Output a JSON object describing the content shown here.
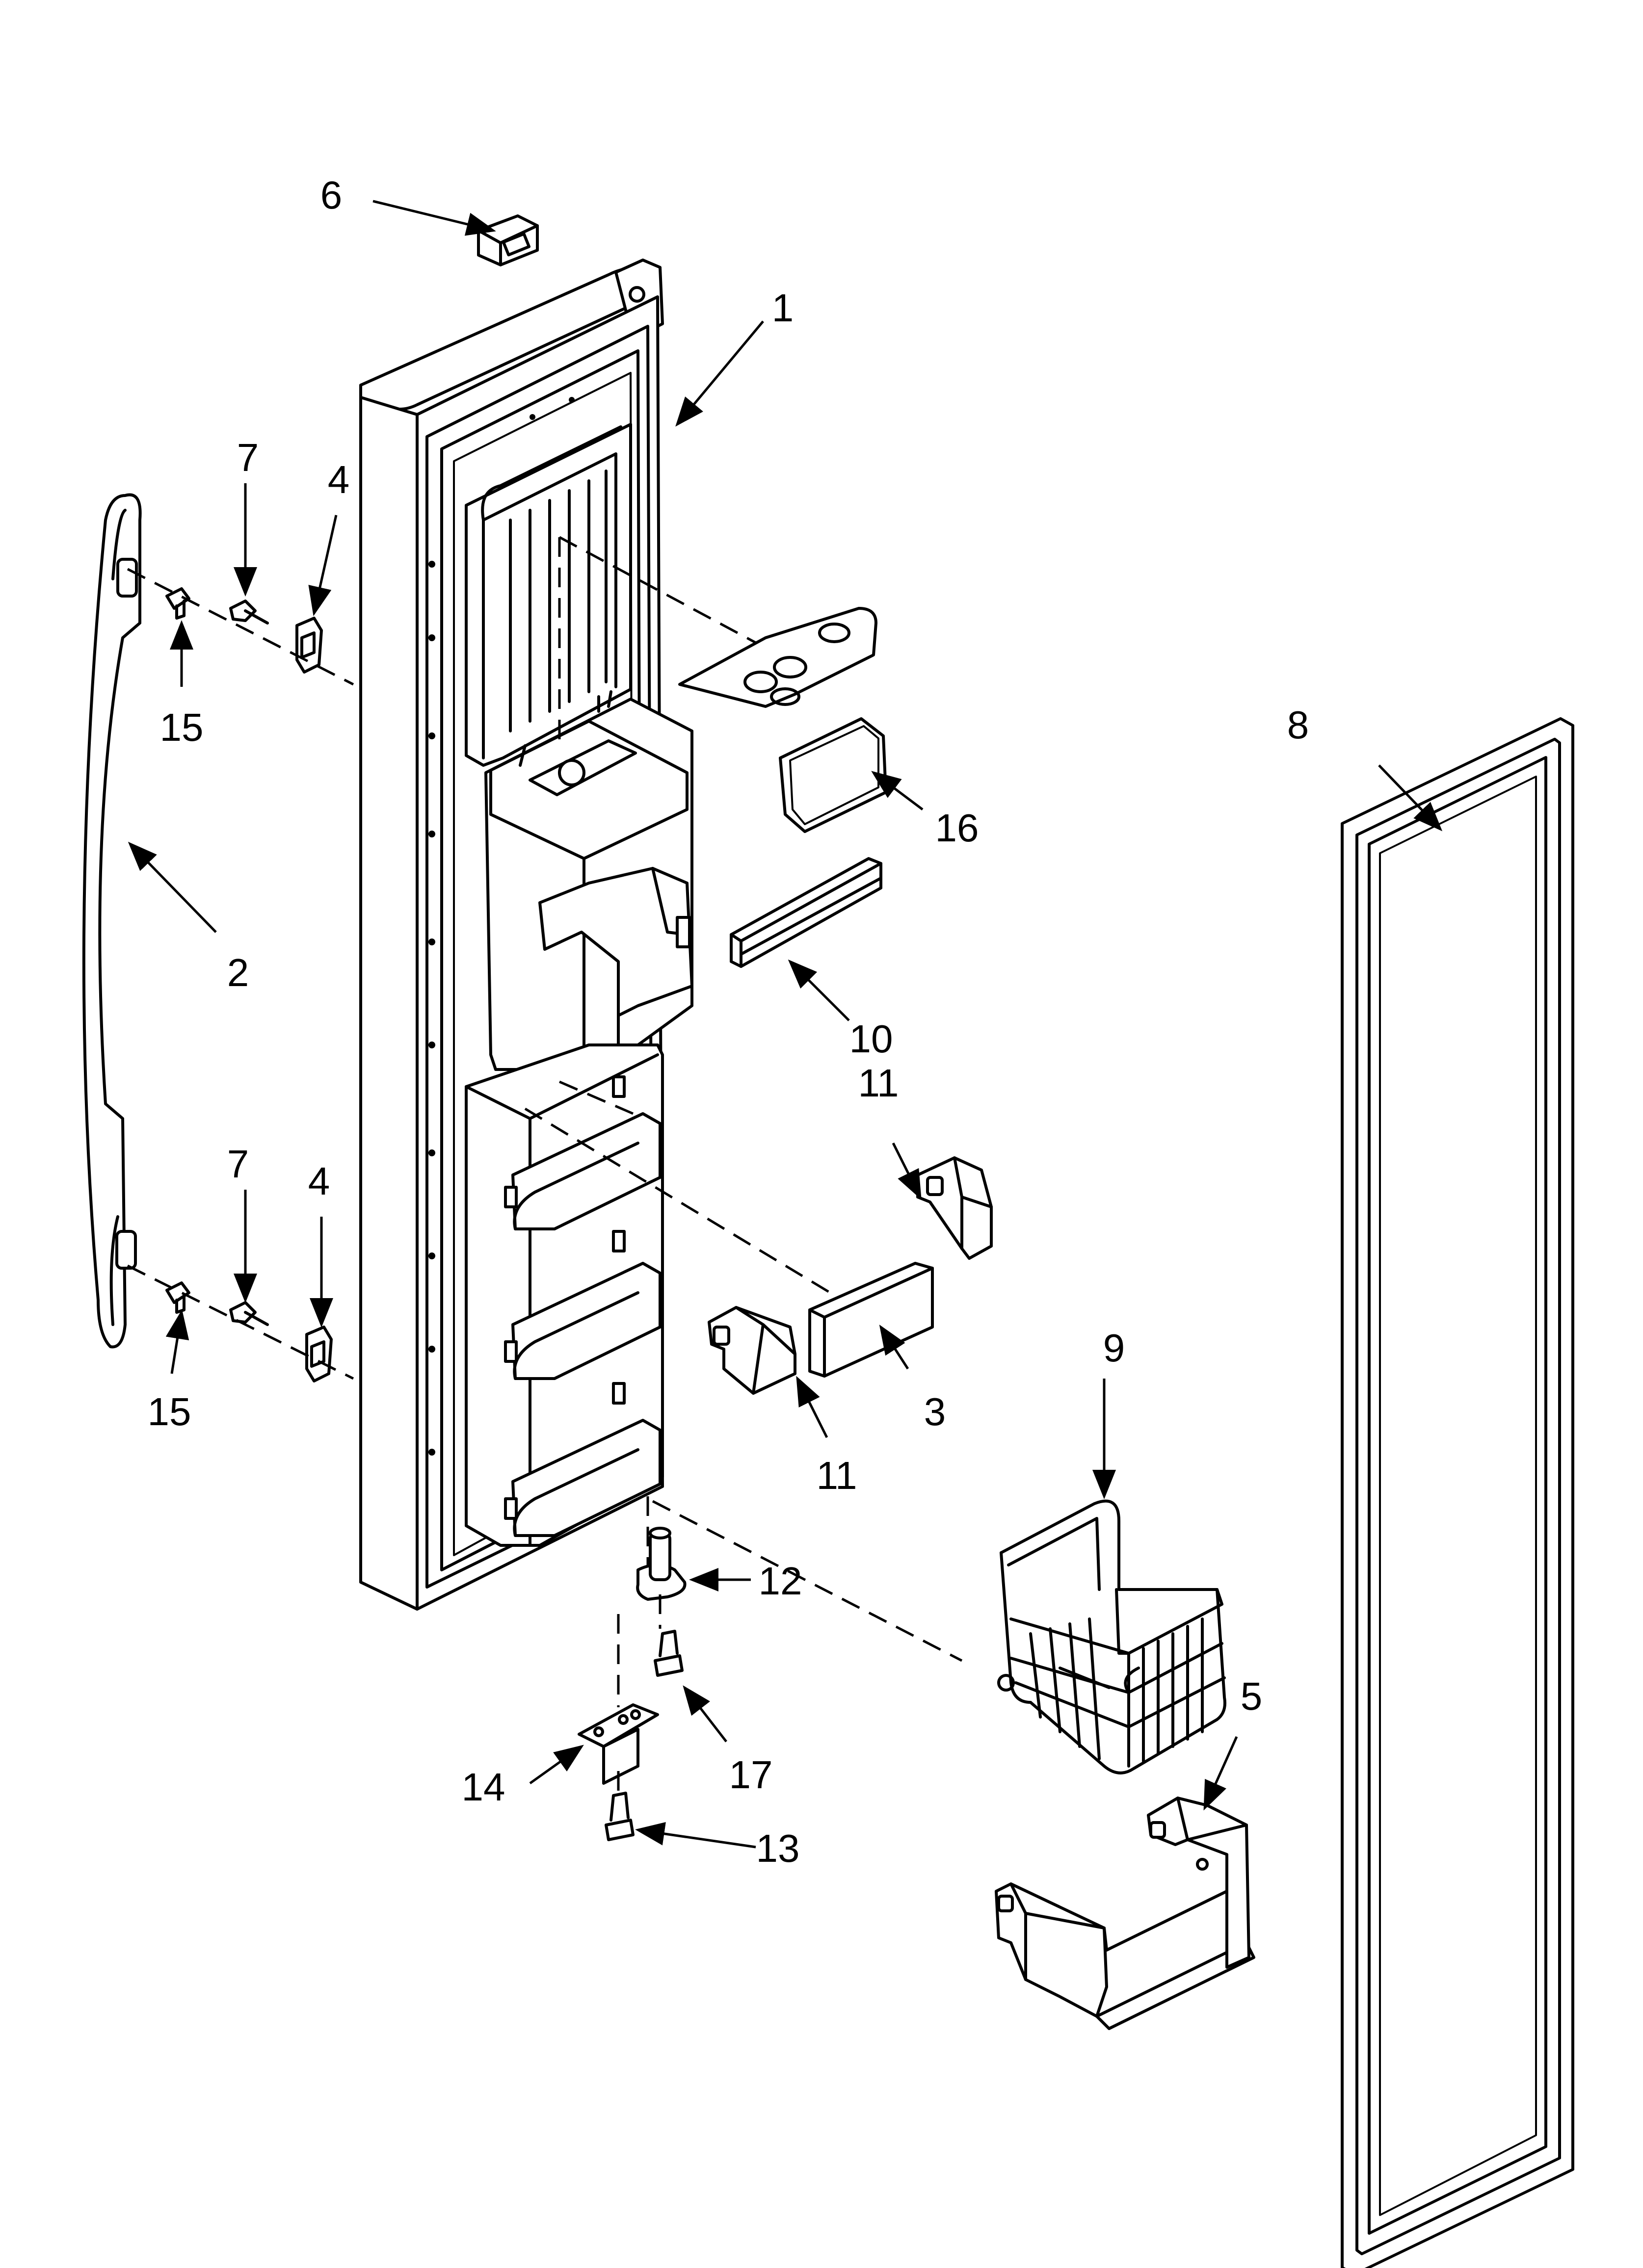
{
  "callouts": [
    {
      "id": "c1",
      "label": "1"
    },
    {
      "id": "c2",
      "label": "2"
    },
    {
      "id": "c3",
      "label": "3"
    },
    {
      "id": "c4a",
      "label": "4"
    },
    {
      "id": "c4b",
      "label": "4"
    },
    {
      "id": "c5",
      "label": "5"
    },
    {
      "id": "c6",
      "label": "6"
    },
    {
      "id": "c7a",
      "label": "7"
    },
    {
      "id": "c7b",
      "label": "7"
    },
    {
      "id": "c8",
      "label": "8"
    },
    {
      "id": "c9",
      "label": "9"
    },
    {
      "id": "c10",
      "label": "10"
    },
    {
      "id": "c11a",
      "label": "11"
    },
    {
      "id": "c11b",
      "label": "11"
    },
    {
      "id": "c12",
      "label": "12"
    },
    {
      "id": "c13",
      "label": "13"
    },
    {
      "id": "c14",
      "label": "14"
    },
    {
      "id": "c15a",
      "label": "15"
    },
    {
      "id": "c15b",
      "label": "15"
    },
    {
      "id": "c16",
      "label": "16"
    },
    {
      "id": "c17",
      "label": "17"
    }
  ]
}
